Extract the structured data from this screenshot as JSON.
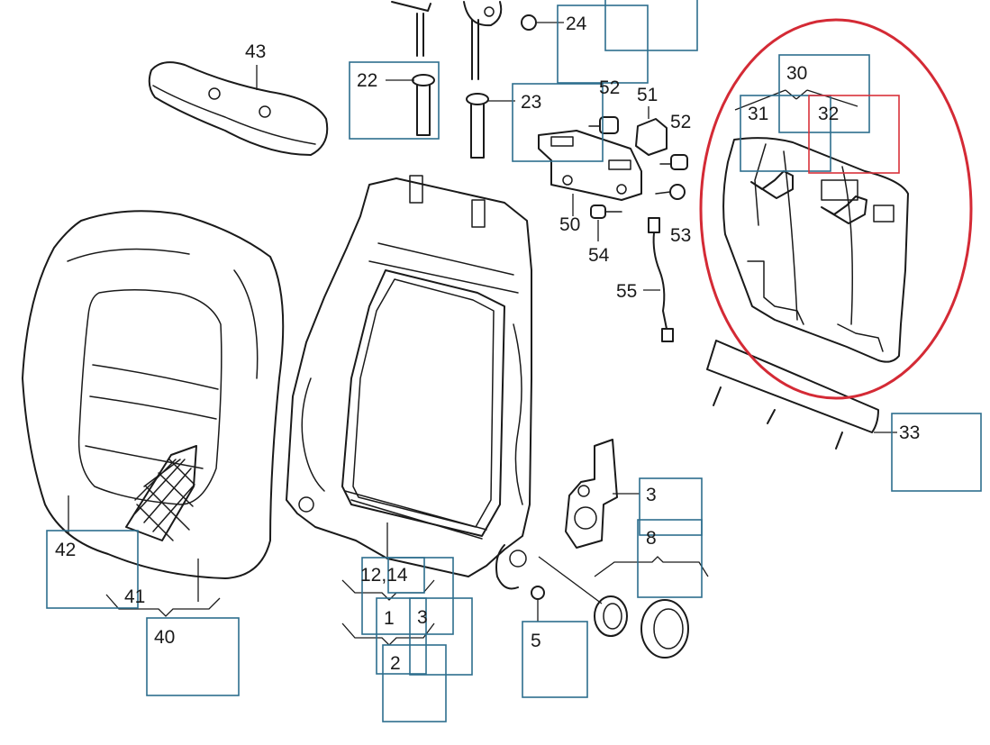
{
  "labels": {
    "p24": "24",
    "p43": "43",
    "p22": "22",
    "p23": "23",
    "p52a": "52",
    "p51": "51",
    "p52b": "52",
    "p50": "50",
    "p53": "53",
    "p54": "54",
    "p55": "55",
    "p30": "30",
    "p31": "31",
    "p32": "32",
    "p33": "33",
    "p3a": "3",
    "p8": "8",
    "p42": "42",
    "p41": "41",
    "p40": "40",
    "p1214": "12,14",
    "p1": "1",
    "p3b": "3",
    "p2": "2",
    "p5": "5"
  },
  "colors": {
    "line": "#1a1a1a",
    "highlight_box": "#2d6e8e",
    "highlight_red": "#d9313a",
    "ring": "#d42a35"
  }
}
